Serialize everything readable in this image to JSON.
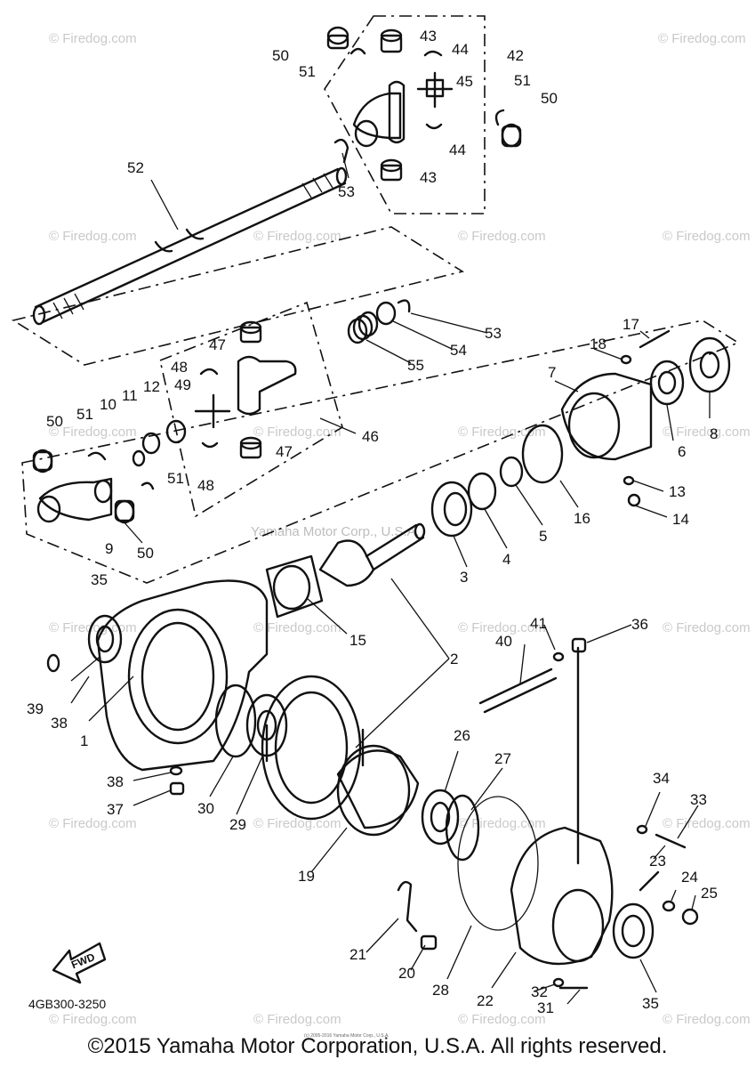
{
  "watermark_text": "© Firedog.com",
  "center_watermark": "Yamaha Motor Corp., U.S.A.",
  "diagram_code": "4GB300-3250",
  "fwd_label": "FWD",
  "tiny_notice": "(c) 2005-2016 Yamaha Motor Corp., U.S.A.",
  "copyright": "©2015 Yamaha Motor Corporation, U.S.A. All rights reserved.",
  "labels": [
    "1",
    "2",
    "3",
    "4",
    "5",
    "6",
    "7",
    "8",
    "9",
    "10",
    "11",
    "12",
    "13",
    "14",
    "15",
    "16",
    "17",
    "18",
    "19",
    "20",
    "21",
    "22",
    "23",
    "24",
    "25",
    "26",
    "27",
    "28",
    "29",
    "30",
    "31",
    "32",
    "33",
    "34",
    "35",
    "35",
    "36",
    "37",
    "38",
    "38",
    "39",
    "40",
    "41",
    "42",
    "43",
    "43",
    "44",
    "44",
    "45",
    "46",
    "47",
    "47",
    "48",
    "48",
    "49",
    "50",
    "50",
    "50",
    "50",
    "51",
    "51",
    "51",
    "51",
    "52",
    "53",
    "53",
    "54",
    "55"
  ]
}
